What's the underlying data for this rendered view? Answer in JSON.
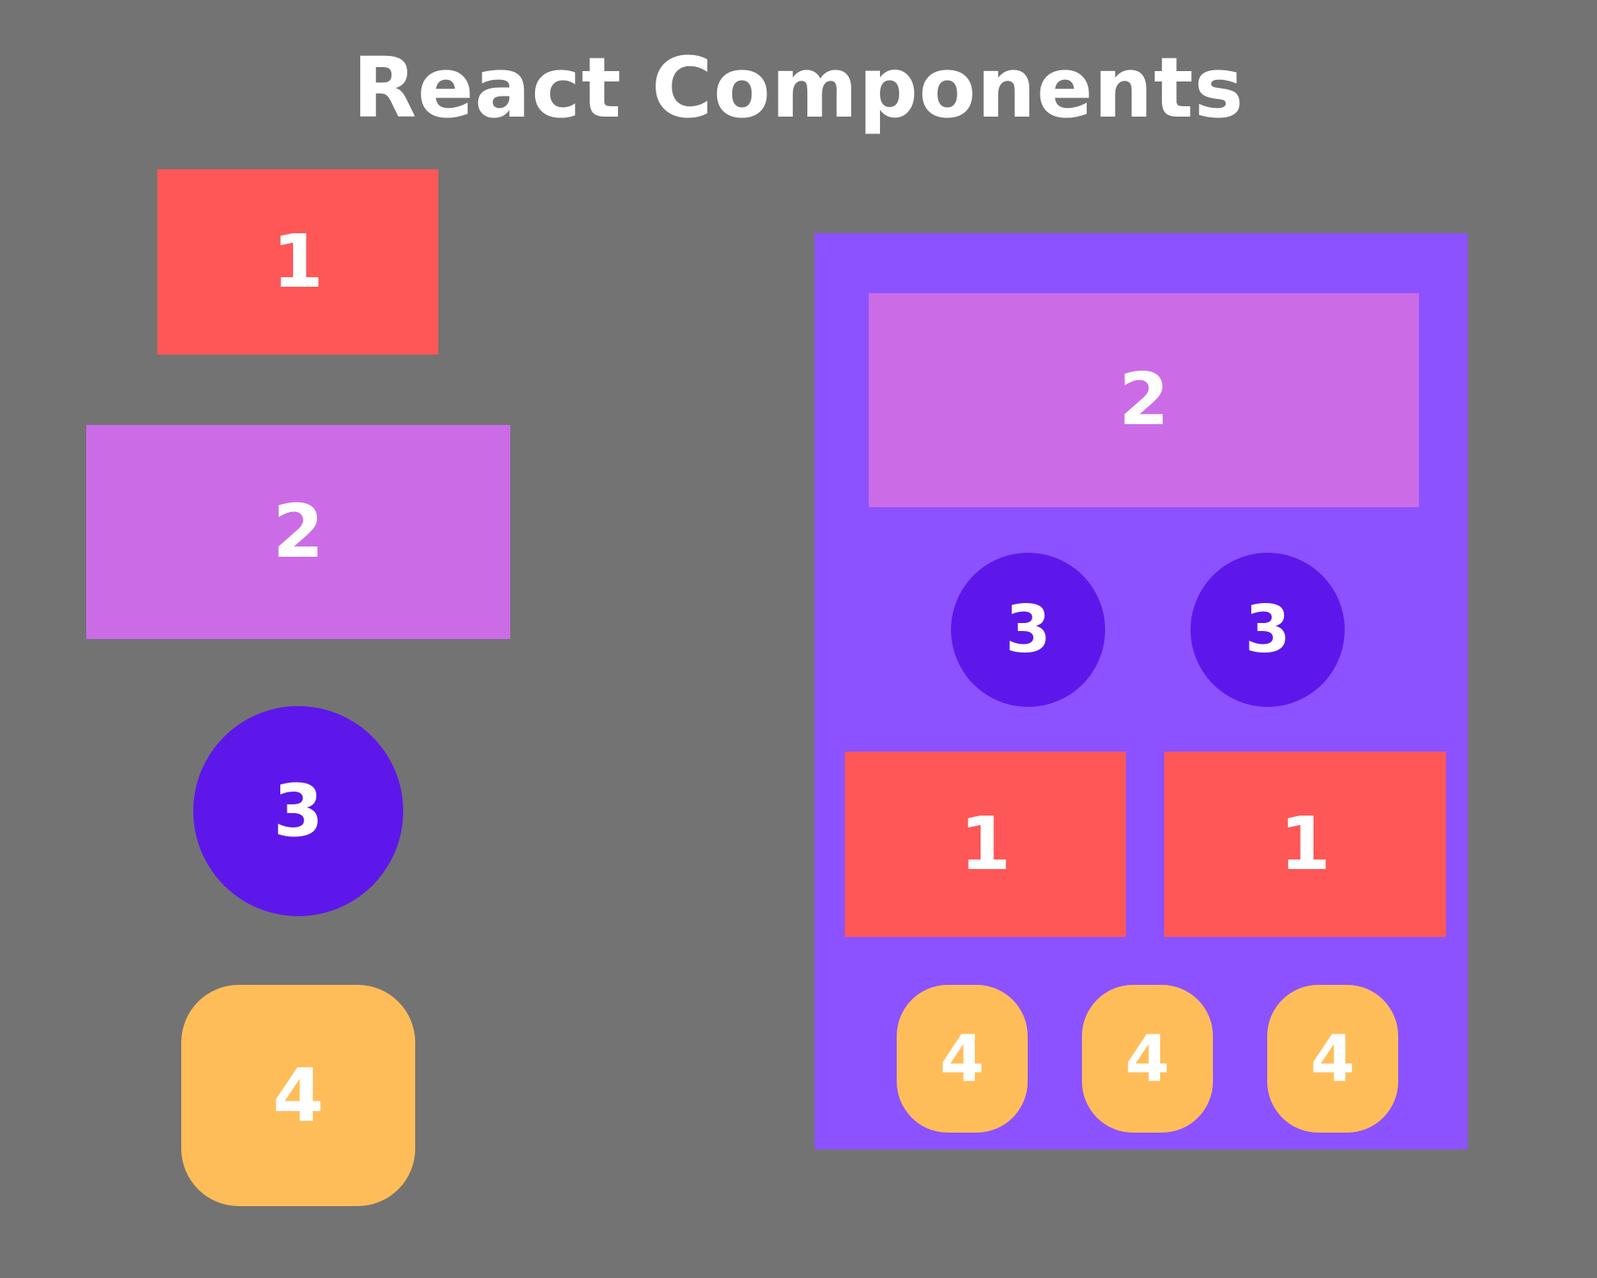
{
  "title": "React Components",
  "colors": {
    "background": "#737373",
    "component_1": "#ff5757",
    "component_2": "#cb6ce6",
    "component_3": "#5e17eb",
    "component_4": "#ffbd59",
    "container": "#8c52ff",
    "text": "#ffffff"
  },
  "legend": {
    "items": [
      {
        "label": "1",
        "shape": "rectangle"
      },
      {
        "label": "2",
        "shape": "wide-rectangle"
      },
      {
        "label": "3",
        "shape": "circle"
      },
      {
        "label": "4",
        "shape": "rounded-square"
      }
    ]
  },
  "app": {
    "shape": "container",
    "children": [
      {
        "label": "2"
      },
      {
        "label": "3"
      },
      {
        "label": "3"
      },
      {
        "label": "1"
      },
      {
        "label": "1"
      },
      {
        "label": "4"
      },
      {
        "label": "4"
      },
      {
        "label": "4"
      }
    ]
  }
}
